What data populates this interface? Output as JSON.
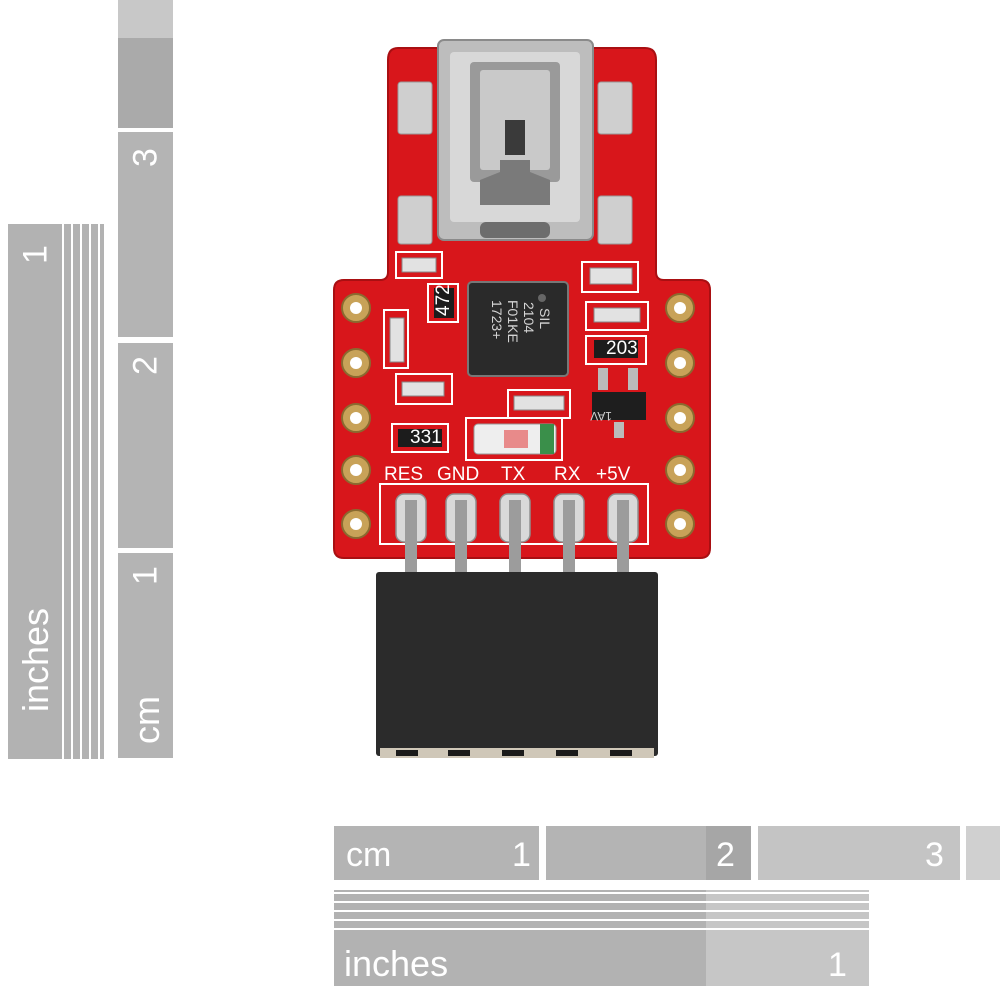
{
  "ruler_vertical": {
    "inches_label": "inches",
    "cm_label": "cm",
    "inch_number": "1",
    "cm_numbers": [
      "1",
      "2",
      "3"
    ]
  },
  "ruler_horizontal": {
    "cm_label": "cm",
    "cm_numbers": [
      "1",
      "2",
      "3"
    ],
    "inches_label": "inches",
    "inch_number": "1"
  },
  "board": {
    "pin_labels": [
      "RES",
      "GND",
      "TX",
      "RX",
      "+5V"
    ],
    "chip_marking": [
      "SIL",
      "2104",
      "F01KE",
      "1723+"
    ],
    "resistor_labels": [
      "472",
      "203",
      "331"
    ],
    "transistor_marking": "1AV"
  },
  "colors": {
    "pcb": "#d8161b",
    "silkscreen": "#ffffff",
    "ruler_dark": "#aaaaaa",
    "ruler_light": "#cccccc"
  }
}
